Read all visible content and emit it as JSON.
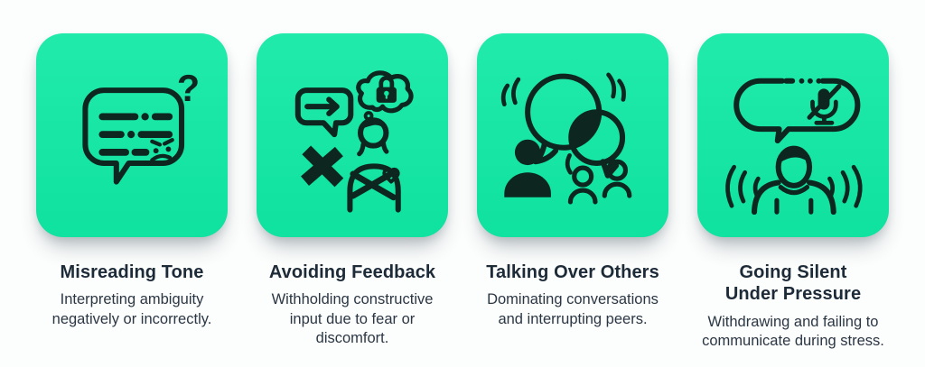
{
  "theme": {
    "tile_green": "#10e9a4",
    "icon_stroke": "#0d261f",
    "title_color": "#1d2a38",
    "desc_color": "#2c3744",
    "page_bg": "#fcfdfd"
  },
  "cards": [
    {
      "title": "Misreading Tone",
      "description": "Interpreting ambiguity negatively or incorrectly.",
      "icon": "confused-message-question-icon"
    },
    {
      "title": "Avoiding Feedback",
      "description": "Withholding constructive input due to fear or discomfort.",
      "icon": "crossed-arms-locked-thought-icon"
    },
    {
      "title": "Talking Over Others",
      "description": "Dominating conversations and interrupting peers.",
      "icon": "overlapping-speech-bubbles-icon"
    },
    {
      "title": "Going Silent\nUnder Pressure",
      "description": "Withdrawing and failing to communicate during stress.",
      "icon": "muted-mic-speech-bubble-icon"
    }
  ]
}
